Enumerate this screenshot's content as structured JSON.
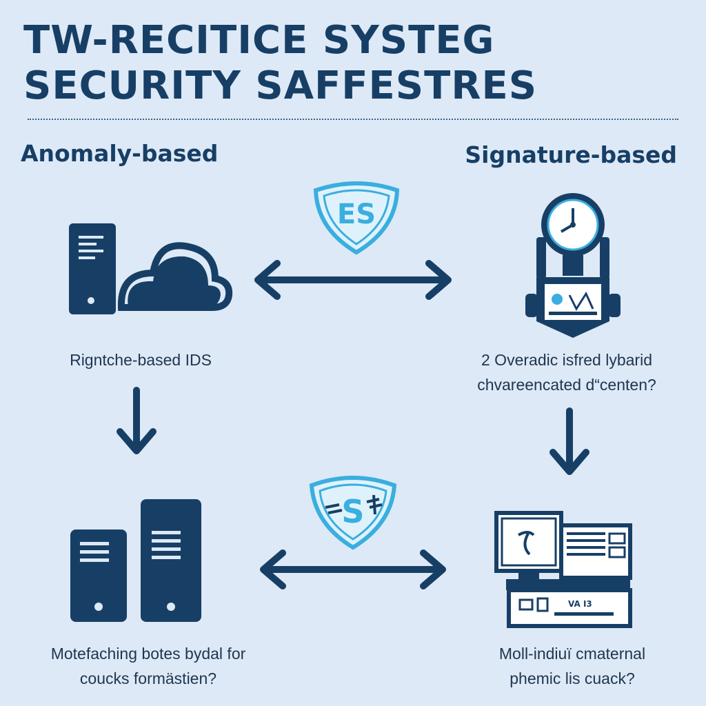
{
  "title": {
    "line1": "TW-RECITICE SYSTEG",
    "line2": "SECURITY SAFFESTRES"
  },
  "columns": {
    "left_heading": "Anomaly-based",
    "right_heading": "Signature-based"
  },
  "badges": {
    "top": "ES",
    "bottom": "S"
  },
  "captions": {
    "top_left": [
      "Rigntche-based IDS"
    ],
    "top_right": [
      "2 Overadic isfred lybarid",
      "chvareencated d“centen?"
    ],
    "bottom_left": [
      "Motefaching botes bydal for",
      "coucks formästien?"
    ],
    "bottom_right": [
      "Moll-indiuï cmaternal",
      "phemic lis cuack?"
    ]
  },
  "panel_text": {
    "bottom_right_label": "VA I3"
  },
  "colors": {
    "background": "#dde9f6",
    "navy": "#173f66",
    "accent": "#3aaedf"
  }
}
